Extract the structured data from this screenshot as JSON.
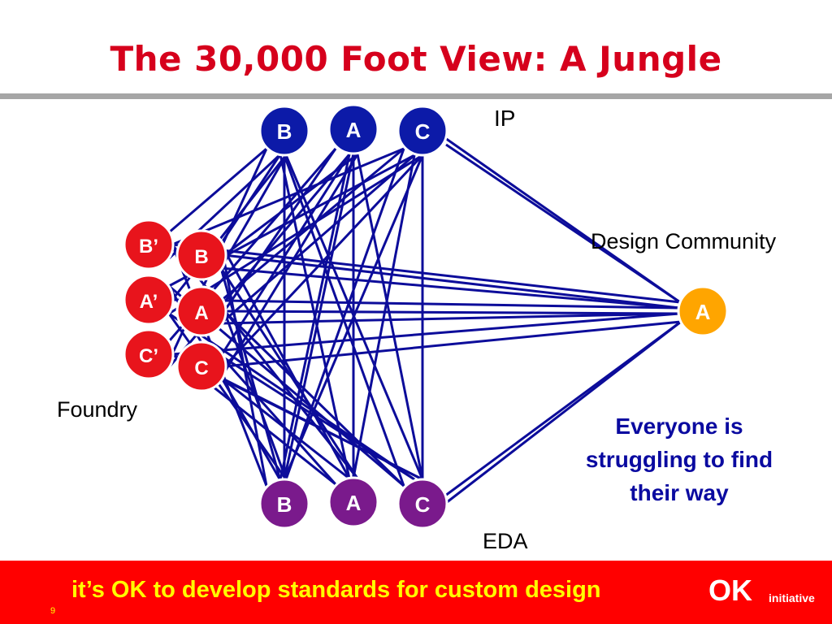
{
  "title": "The 30,000 Foot View: A Jungle",
  "groups": {
    "ip": "IP",
    "foundry": "Foundry",
    "eda": "EDA",
    "design_community": "Design Community"
  },
  "callout": [
    "Everyone is",
    "struggling to find",
    "their way"
  ],
  "footer": {
    "tagline": "it’s OK to develop standards for custom design",
    "page_number": "9",
    "logo_main": "OK",
    "logo_sub": "initiative"
  },
  "colors": {
    "ip_node": "#0c1aa8",
    "foundry_node": "#e8141c",
    "eda_node": "#7a1a8c",
    "design_node": "#ffa500",
    "edge": "#0c0c9a",
    "title": "#d6001c",
    "footer_band": "#ff0000",
    "footer_text": "#ffff00"
  },
  "nodes": {
    "ip": [
      {
        "id": "ip-b",
        "label": "B"
      },
      {
        "id": "ip-a",
        "label": "A"
      },
      {
        "id": "ip-c",
        "label": "C"
      }
    ],
    "foundry_front": [
      {
        "id": "f-b1",
        "label": "B’"
      },
      {
        "id": "f-a1",
        "label": "A’"
      },
      {
        "id": "f-c1",
        "label": "C’"
      }
    ],
    "foundry_back": [
      {
        "id": "f-b",
        "label": "B"
      },
      {
        "id": "f-a",
        "label": "A"
      },
      {
        "id": "f-c",
        "label": "C"
      }
    ],
    "eda": [
      {
        "id": "eda-b",
        "label": "B"
      },
      {
        "id": "eda-a",
        "label": "A"
      },
      {
        "id": "eda-c",
        "label": "C"
      }
    ],
    "design": [
      {
        "id": "dc-a",
        "label": "A"
      }
    ]
  }
}
